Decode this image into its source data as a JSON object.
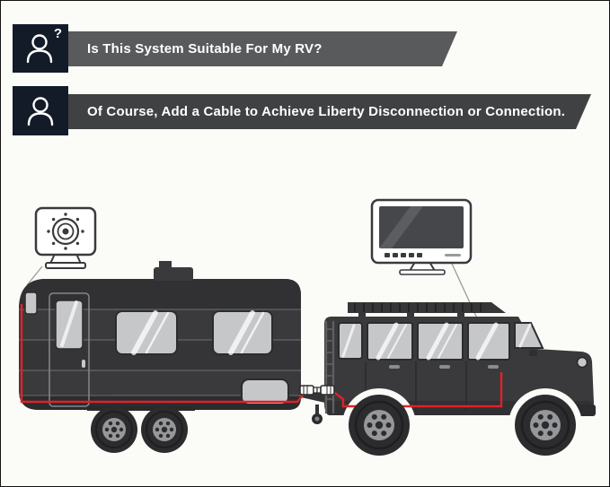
{
  "page": {
    "background_color": "#fbfbf8",
    "border_color": "#141414"
  },
  "banners": [
    {
      "role": "question",
      "text": "Is This System Suitable For My RV?",
      "question_mark": "?",
      "icon": "person-question-icon",
      "icon_bg_color": "#131b29",
      "ribbon_color": "#595a5c",
      "text_color": "#ffffff"
    },
    {
      "role": "answer",
      "text": "Of Course, Add a Cable to Achieve Liberty Disconnection or Connection.",
      "icon": "person-icon",
      "icon_bg_color": "#131b29",
      "ribbon_color": "#3f4143",
      "text_color": "#ffffff"
    }
  ],
  "illustration": {
    "components": {
      "camera": "backup-camera",
      "monitor": "dash-monitor",
      "trailer": "travel-trailer",
      "vehicle": "suv-tow-vehicle",
      "cable": "camera-cable-route",
      "connectors": "quick-disconnect-plugs"
    },
    "colors": {
      "vehicle_body": "#3a3a3c",
      "window_glass": "#c6c7c9",
      "cable_red": "#e02128",
      "device_outline": "#3a3a3c",
      "leader_line": "#9b9b9d"
    }
  }
}
